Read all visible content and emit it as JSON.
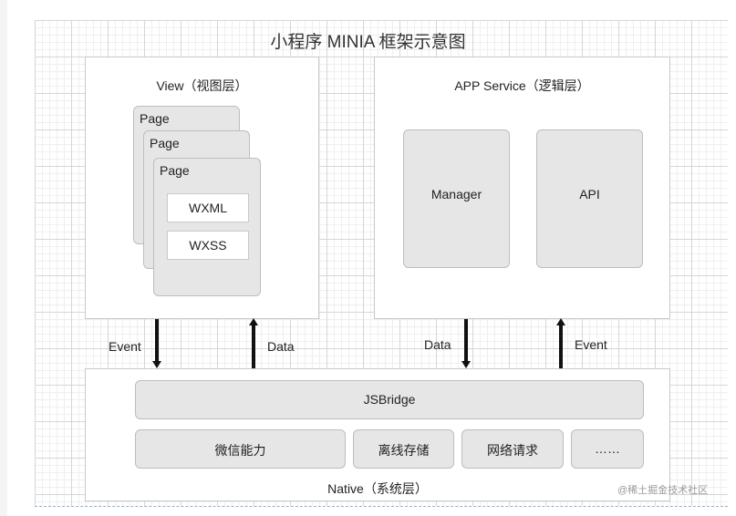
{
  "title": "小程序 MINIA 框架示意图",
  "view_layer": {
    "title": "View（视图层）",
    "pages": [
      "Page",
      "Page",
      "Page"
    ],
    "files": [
      "WXML",
      "WXSS"
    ]
  },
  "service_layer": {
    "title": "APP Service（逻辑层）",
    "boxes": [
      "Manager",
      "API"
    ]
  },
  "arrows": {
    "view_event": "Event",
    "view_data": "Data",
    "service_data": "Data",
    "service_event": "Event"
  },
  "native_layer": {
    "title": "Native（系统层）",
    "bridge": "JSBridge",
    "capabilities": [
      "微信能力",
      "离线存储",
      "网络请求",
      "……"
    ]
  },
  "watermark": "@稀土掘金技术社区"
}
